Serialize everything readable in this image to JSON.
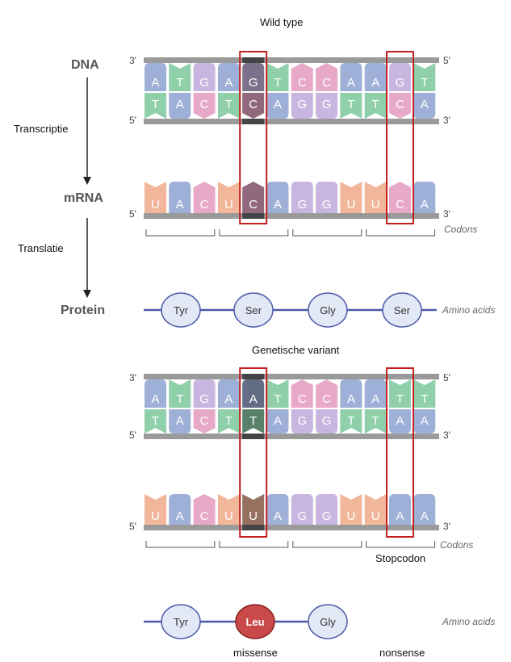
{
  "titles": {
    "wild_type": "Wild type",
    "variant": "Genetische variant"
  },
  "labels": {
    "dna": "DNA",
    "mrna": "mRNA",
    "protein": "Protein",
    "transcription": "Transcriptie",
    "translation": "Translatie"
  },
  "ends": {
    "three": "3'",
    "five": "5'"
  },
  "notes": {
    "codons": "Codons",
    "amino_acids": "Amino acids",
    "stopcodon": "Stopcodon",
    "missense": "missense",
    "nonsense": "nonsense"
  },
  "colors": {
    "A": "#9fb0d8",
    "T": "#8fd0ab",
    "G": "#c8b6e0",
    "C": "#e8a9c8",
    "U": "#f2b69a",
    "highlight_box": "#c41e1e",
    "backbone": "#9a9a9a",
    "highlight_dark": "#444444",
    "aa_fill": "#e3e8f6",
    "aa_stroke": "#4a5aa8",
    "leu_fill": "#c94a4a"
  },
  "wild_type": {
    "dna_top": [
      "A",
      "T",
      "G",
      "A",
      "G",
      "T",
      "C",
      "C",
      "A",
      "A",
      "G",
      "T"
    ],
    "dna_bottom": [
      "T",
      "A",
      "C",
      "T",
      "C",
      "A",
      "G",
      "G",
      "T",
      "T",
      "C",
      "A"
    ],
    "mrna": [
      "U",
      "A",
      "C",
      "U",
      "C",
      "A",
      "G",
      "G",
      "U",
      "U",
      "C",
      "A"
    ],
    "highlight_index": 4,
    "highlight_index_2": 10,
    "amino_acids": [
      "Tyr",
      "Ser",
      "Gly",
      "Ser"
    ]
  },
  "variant": {
    "dna_top": [
      "A",
      "T",
      "G",
      "A",
      "A",
      "T",
      "C",
      "C",
      "A",
      "A",
      "T",
      "T"
    ],
    "dna_bottom": [
      "T",
      "A",
      "C",
      "T",
      "T",
      "A",
      "G",
      "G",
      "T",
      "T",
      "A",
      "A"
    ],
    "mrna": [
      "U",
      "A",
      "C",
      "U",
      "U",
      "A",
      "G",
      "G",
      "U",
      "U",
      "A",
      "A"
    ],
    "highlight_index": 4,
    "highlight_index_2": 10,
    "amino_acids": [
      "Tyr",
      "Leu",
      "Gly"
    ],
    "mutant_amino_index": 1
  }
}
